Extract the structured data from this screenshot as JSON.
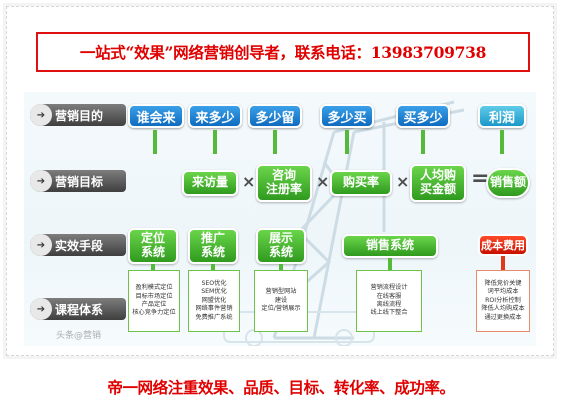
{
  "banner": {
    "text": "一站式“效果”网络营销创导者，联系电话：13983709738"
  },
  "rows": {
    "row1": "营销目的",
    "row2": "营销目标",
    "row3": "实效手段",
    "row4": "课程体系"
  },
  "purposes": [
    "谁会来",
    "来多少",
    "多少留",
    "多少买",
    "买多少",
    "利润"
  ],
  "targets": {
    "visits": "来访量",
    "inquiry_l1": "咨询",
    "inquiry_l2": "注册率",
    "purchase": "购买率",
    "avg_l1": "人均购",
    "avg_l2": "买金额",
    "sales": "销售额",
    "times": "×",
    "equals": "="
  },
  "means": {
    "positioning_l1": "定位",
    "positioning_l2": "系统",
    "promotion_l1": "推广",
    "promotion_l2": "系统",
    "display_l1": "展示",
    "display_l2": "系统",
    "sales": "销售系统",
    "cost": "成本费用"
  },
  "courses": {
    "c1": [
      "盈利模式定位",
      "目标市场定位",
      "产品定位",
      "核心竞争力定位"
    ],
    "c2": [
      "SEO优化",
      "SEM优化",
      "网盟优化",
      "网络事件营销",
      "免费推广系统"
    ],
    "c3": [
      "营销型网站",
      "建设",
      "定位/营销展示"
    ],
    "c4": [
      "营销流程设计",
      "在线客服",
      "离线流程",
      "线上线下整合"
    ],
    "c5": [
      "降低竞价关键",
      "词平均成本",
      "ROI分析控制",
      "降低人均购成本",
      "通过更换成本"
    ]
  },
  "watermark": "头条@营销",
  "footer": {
    "text": "帝一网络注重效果、品质、目标、转化率、成功率。"
  },
  "colors": {
    "accent_red": "#e00000",
    "blue": "#0f6bbf",
    "green": "#2f9a1e"
  }
}
